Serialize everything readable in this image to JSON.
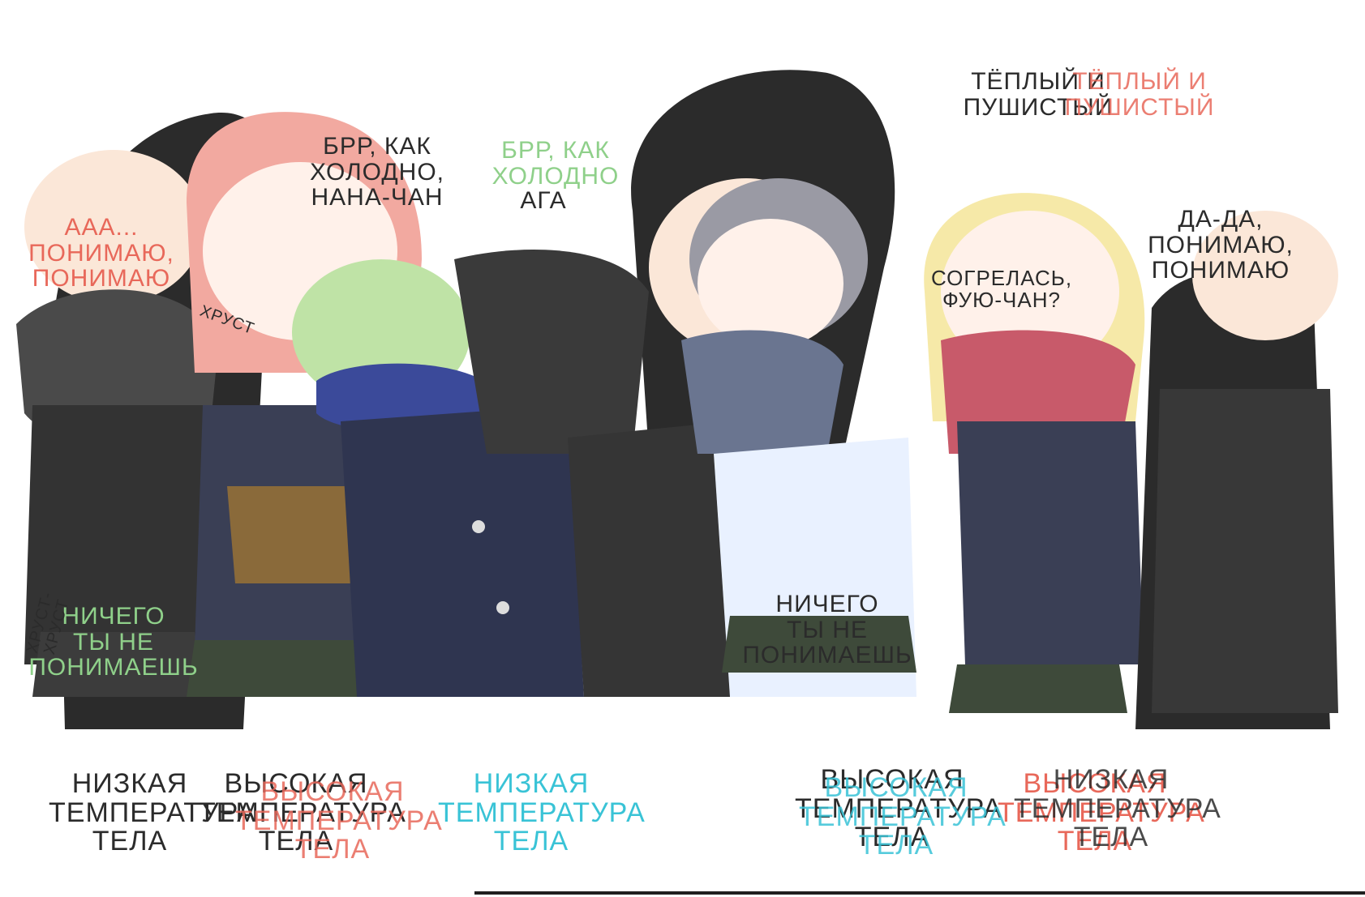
{
  "colors": {
    "dark": "#2b2b2b",
    "red": "#e8685a",
    "green": "#8fd08a",
    "cyan": "#39c3d6",
    "navy": "#3a3f55",
    "skin": "#fbe7d8",
    "pink_hair": "#f2a9a0",
    "blonde": "#f6e9a8",
    "grey_hair": "#9a9aa4"
  },
  "captions": [
    "НИЗКАЯ\nТЕМПЕРАТУРА\nТЕЛА",
    "ВЫСОКАЯ\nТЕМПЕРАТУРА\nТЕЛА",
    "ВЫСОКАЯ\nТЕМПЕРАТУРА\nТЕЛА",
    "НИЗКАЯ\nТЕМПЕРАТУРА\nТЕЛА",
    "ВЫСОКАЯ\nТЕМПЕРАТУРА\nТЕЛА",
    "ВЫСОКАЯ\nТЕМПЕРАТУРА\nТЕЛА",
    "ВЫСОКАЯ\nТЕМПЕРАТУРА\nТЕЛА",
    "НИЗКАЯ\nТЕМПЕРАТУРА\nТЕЛА"
  ],
  "speech": {
    "brr_black": "БРР, КАК\nХОЛОДНО,\nНАНА-ЧАН",
    "brr_green": "БРР, КАК\nХОЛОДНО",
    "aga": "АГА",
    "aaah": "ААА...\nПОНИМАЮ,\nПОНИМАЮ",
    "nichego_green": "НИЧЕГО\nТЫ НЕ\nПОНИМАЕШЬ",
    "teply_black": "ТЁПЛЫЙ И\nПУШИСТЫЙ",
    "teply_red": "ТЁПЛЫЙ И\nПУШИСТЫЙ",
    "da": "ДА-ДА,\nПОНИМАЮ,\nПОНИМАЮ",
    "sogrelas": "СОГРЕЛАСЬ,\nФУЮ-ЧАН?",
    "nichego_black": "НИЧЕГО\nТЫ НЕ\nПОНИМАЕШЬ"
  },
  "sfx": {
    "crunch": "ХРУСТ",
    "vertical": "ХРУСТ-ХРУСТ"
  }
}
